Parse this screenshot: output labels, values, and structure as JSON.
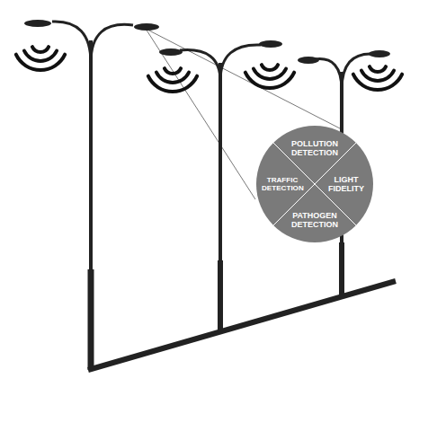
{
  "diagram": {
    "nodes": [
      {
        "text": [
          "POLLUTION DETECTION",
          "TRAFFIC DETECTION",
          "LIGHT FIDELITY",
          "PATHOGEN DETECTION"
        ]
      }
    ]
  }
}
